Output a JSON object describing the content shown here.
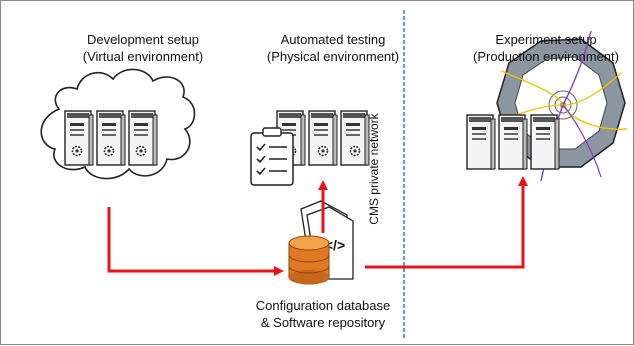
{
  "development": {
    "title_line1": "Development setup",
    "title_line2": "(Virtual environment)"
  },
  "testing": {
    "title_line1": "Automated testing",
    "title_line2": "(Physical environment)"
  },
  "experiment": {
    "title_line1": "Experiment setup",
    "title_line2": "(Production environment)"
  },
  "network": {
    "label": "CMS private network"
  },
  "repository": {
    "label_line1": "Configuration database",
    "label_line2": "& Software repository",
    "code_glyph": "</>"
  },
  "colors": {
    "arrow": "#e8141b",
    "divider": "#5b9bd5",
    "database": "#e07a22",
    "detector_ring": "#8c96a0"
  },
  "icons": [
    "cloud-icon",
    "server-icon",
    "checklist-icon",
    "database-icon",
    "code-document-icon",
    "detector-icon"
  ]
}
